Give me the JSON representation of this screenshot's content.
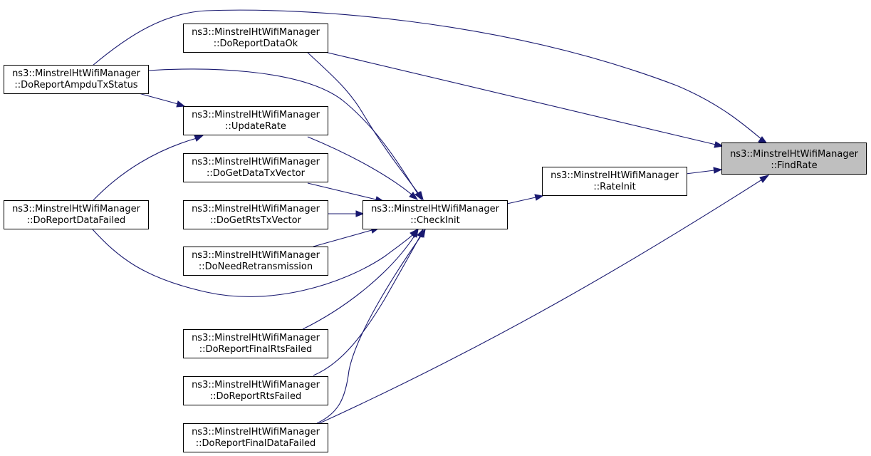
{
  "nodes": {
    "findrate": {
      "line1": "ns3::MinstrelHtWifiManager",
      "line2": "::FindRate"
    },
    "rateinit": {
      "line1": "ns3::MinstrelHtWifiManager",
      "line2": "::RateInit"
    },
    "checkinit": {
      "line1": "ns3::MinstrelHtWifiManager",
      "line2": "::CheckInit"
    },
    "reportdataok": {
      "line1": "ns3::MinstrelHtWifiManager",
      "line2": "::DoReportDataOk"
    },
    "ampdu": {
      "line1": "ns3::MinstrelHtWifiManager",
      "line2": "::DoReportAmpduTxStatus"
    },
    "updaterate": {
      "line1": "ns3::MinstrelHtWifiManager",
      "line2": "::UpdateRate"
    },
    "getdatatx": {
      "line1": "ns3::MinstrelHtWifiManager",
      "line2": "::DoGetDataTxVector"
    },
    "reportdatafailed": {
      "line1": "ns3::MinstrelHtWifiManager",
      "line2": "::DoReportDataFailed"
    },
    "getrtstx": {
      "line1": "ns3::MinstrelHtWifiManager",
      "line2": "::DoGetRtsTxVector"
    },
    "needretx": {
      "line1": "ns3::MinstrelHtWifiManager",
      "line2": "::DoNeedRetransmission"
    },
    "finalrts": {
      "line1": "ns3::MinstrelHtWifiManager",
      "line2": "::DoReportFinalRtsFailed"
    },
    "rtsfailed": {
      "line1": "ns3::MinstrelHtWifiManager",
      "line2": "::DoReportRtsFailed"
    },
    "finaldata": {
      "line1": "ns3::MinstrelHtWifiManager",
      "line2": "::DoReportFinalDataFailed"
    }
  },
  "colors": {
    "edge": "#191970",
    "focus_fill": "#bfbfbf",
    "node_fill": "#ffffff",
    "border": "#000000"
  }
}
